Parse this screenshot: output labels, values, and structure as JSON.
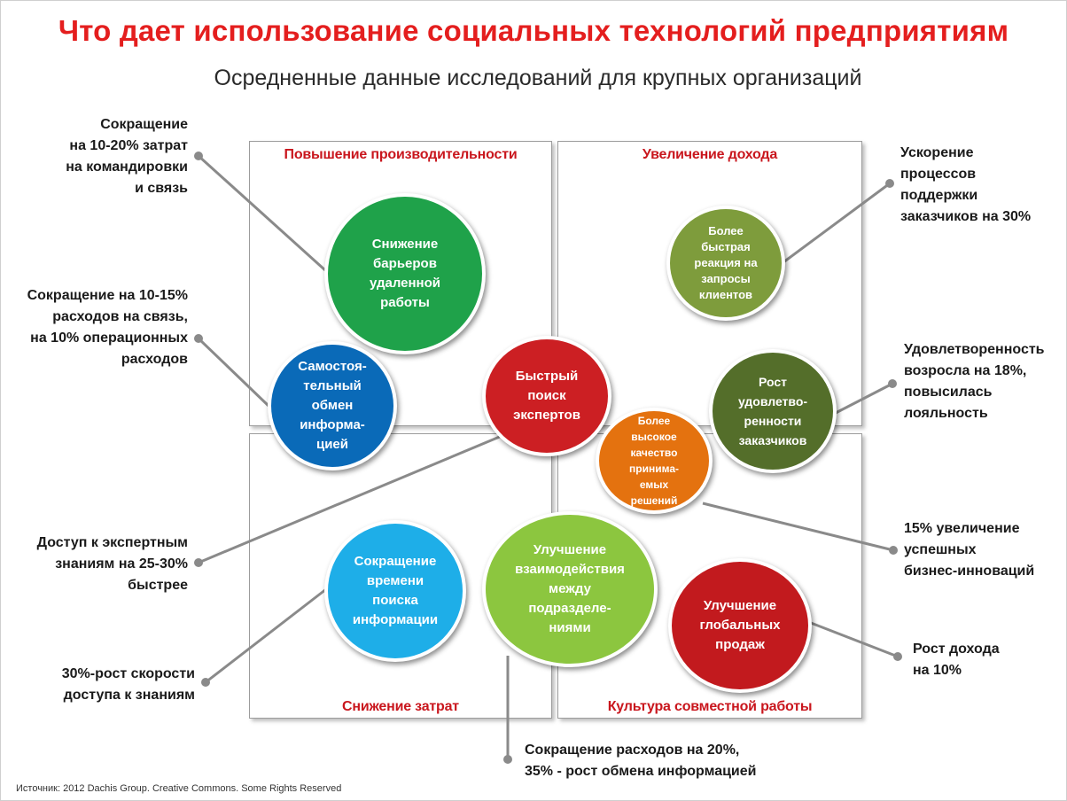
{
  "title": "Что дает использование социальных технологий предприятиям",
  "subtitle": "Осредненные данные исследований для крупных организаций",
  "quadrants": {
    "top_left": "Повышение производительности",
    "top_right": "Увеличение дохода",
    "bottom_left": "Снижение затрат",
    "bottom_right": "Культура совместной работы"
  },
  "circles": {
    "remote_barriers": "Снижение\nбарьеров\nудаленной\nработы",
    "self_exchange": "Самостоя-\nтельный\nобмен\nинформа-\nцией",
    "expert_search": "Быстрый\nпоиск\nэкспертов",
    "faster_response": "Более\nбыстрая\nреакция на\nзапросы\nклиентов",
    "satisfaction_growth": "Рост\nудовлетво-\nренности\nзаказчиков",
    "decision_quality": "Более\nвысокое\nкачество\nпринима-\nемых\nрешений",
    "search_time": "Сокращение\nвремени\nпоиска\nинформации",
    "interaction": "Улучшение\nвзаимодействия\nмежду\nподразделе-\nниями",
    "global_sales": "Улучшение\nглобальных\nпродаж"
  },
  "colors": {
    "title_red": "#e41e1e",
    "label_red": "#c9161d",
    "green": "#1fa24a",
    "blue": "#0a6ab8",
    "red": "#cc1f23",
    "olive": "#7e9c3c",
    "dark_olive": "#546e2a",
    "orange": "#e4720f",
    "cyan": "#1eaee8",
    "light_green": "#8cc63f",
    "dark_red": "#c21a1e",
    "connector": "#8a8a8a"
  },
  "notes": {
    "travel_costs": "Сокращение\nна 10-20% затрат\nна командировки\nи связь",
    "comm_costs": "Сокращение на 10-15%\nрасходов на связь,\nна 10% операционных\nрасходов",
    "expert_access": "Доступ к экспертным\nзнаниям на 25-30%\nбыстрее",
    "knowledge_speed": "30%-рост скорости\nдоступа к знаниям",
    "support_speed": "Ускорение\nпроцессов\nподдержки\nзаказчиков на 30%",
    "satisfaction": "Удовлетворенность\nвозросла на 18%,\nповысилась\nлояльность",
    "innovation": "15% увеличение\nуспешных\nбизнес-инноваций",
    "revenue": "Рост дохода\nна 10%",
    "cost_exchange": "Сокращение расходов на 20%,\n35% - рост обмена информацией"
  },
  "source": "Источник:  2012 Dachis Group. Creative Commons. Some  Rights Reserved"
}
